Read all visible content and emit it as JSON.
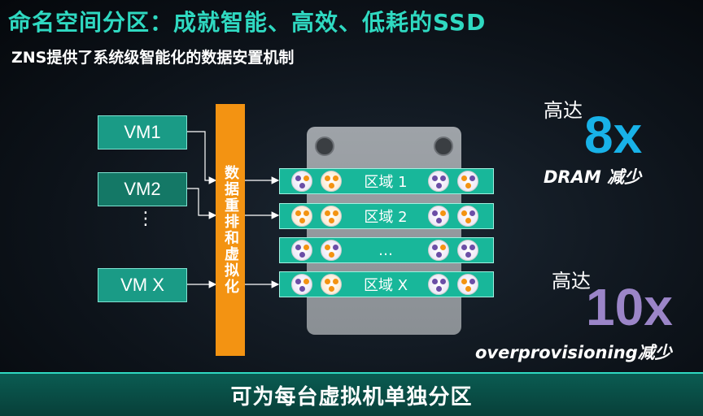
{
  "title": "命名空间分区：成就智能、高效、低耗的SSD",
  "subtitle": "ZNS提供了系统级智能化的数据安置机制",
  "vms": [
    "VM1",
    "VM2",
    "VM X"
  ],
  "vm_ellipsis": "⋮",
  "virtualization_label": "数据重排和虚拟化",
  "zones": [
    "区域 1",
    "区域 2",
    "…",
    "区域 X"
  ],
  "stats": [
    {
      "prefix": "高达",
      "value": "8x",
      "suffix": "DRAM 减少",
      "color": "#18b2e8"
    },
    {
      "prefix": "高达",
      "value": "10x",
      "suffix": "overprovisioning减少",
      "color": "#9b85c8"
    }
  ],
  "footer": "可为每台虚拟机单独分区",
  "colors": {
    "accent": "#2fd9c1",
    "vm_box": "#1a9b86",
    "bar": "#f39312",
    "zone": "#18b79a",
    "ssd": "#9ea3a8"
  }
}
